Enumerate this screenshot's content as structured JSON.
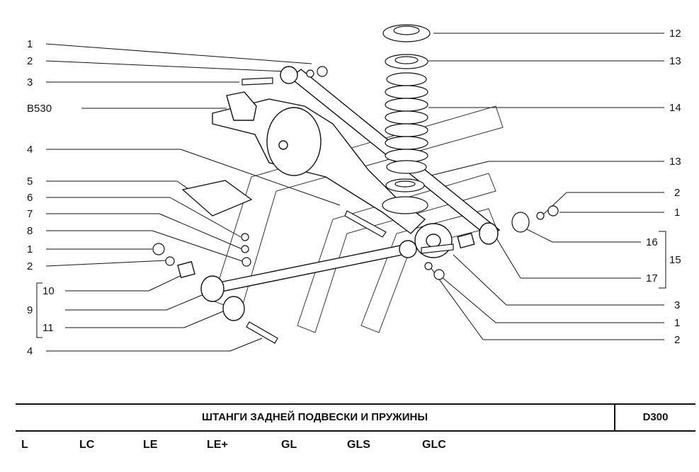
{
  "diagram": {
    "callouts_left": [
      "1",
      "2",
      "3",
      "B530",
      "4",
      "5",
      "6",
      "7",
      "8",
      "1",
      "2",
      "10",
      "9",
      "11",
      "4"
    ],
    "callouts_right": [
      "12",
      "13",
      "14",
      "13",
      "2",
      "1",
      "16",
      "15",
      "17",
      "3",
      "1",
      "2"
    ]
  },
  "title_block": {
    "title": "ШТАНГИ ЗАДНЕЙ ПОДВЕСКИ И ПРУЖИНЫ",
    "code": "D300"
  },
  "variants": [
    "L",
    "LC",
    "LE",
    "LE+",
    "GL",
    "GLS",
    "GLC"
  ]
}
